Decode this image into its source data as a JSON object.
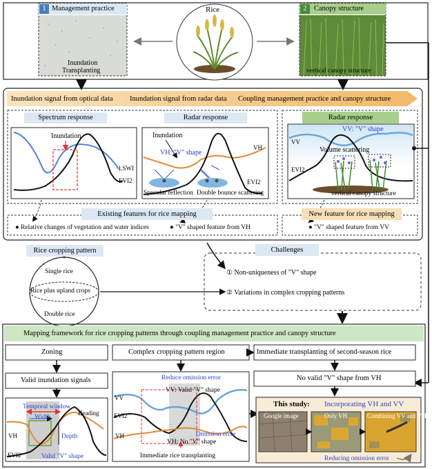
{
  "top": {
    "management": {
      "num": "1",
      "title": "Management practice",
      "caption1": "Inundation",
      "caption2": "Transplanting"
    },
    "rice": {
      "title": "Rice"
    },
    "canopy": {
      "num": "2",
      "title": "Canopy structure",
      "caption": "vertical canopy structure"
    }
  },
  "arrow_band": {
    "item1": "Inundation signal from optical data",
    "item2": "Inundation signal from radar data",
    "item3": "Coupling  management practice and canopy structure"
  },
  "spectrum": {
    "title": "Spectrum response",
    "inundation": "Inundation",
    "lswi": "LSWI",
    "evi2": "EVI2"
  },
  "radar1": {
    "title": "Radar response",
    "inundation": "Inundation",
    "vh_shape": "VH: \"V\" shape",
    "vh": "VH",
    "evi2": "EVI2",
    "specular": "Specular reflection",
    "double_bounce": "Double bounce scattering"
  },
  "radar2": {
    "title": "Radar response",
    "vv_shape": "VV: \"V\" shape",
    "vv": "VV",
    "volume": "Volume scattering",
    "evi2": "EVI2",
    "canopy": "vertical canopy structure"
  },
  "existing": {
    "title": "Existing features for rice mapping",
    "bullet1": "Relative changes of vegetation and water indices",
    "bullet2": "\"V\" shaped feature from VH"
  },
  "newfeat": {
    "title": "New feature for rice mapping",
    "bullet1": "\"V\" shaped feature from VV"
  },
  "cropping": {
    "title": "Rice cropping pattern",
    "single": "Single rice",
    "plus": "Rice plus upland crops",
    "double": "Double rice"
  },
  "challenges": {
    "title": "Challenges",
    "item1": "① Non-uniqueness of  \"V\" shape",
    "item2": "② Variations in complex cropping patterns"
  },
  "framework": {
    "title": "Mapping framework for rice cropping patterns through coupling management practice and canopy structure",
    "zoning": "Zoning",
    "complex": "Complex cropping pattern region",
    "immediate": "Immediate transplanting of second-season rice",
    "valid_inund": "Valid inundation signals",
    "no_valid": "No valid  \"V\" shape from VH",
    "temporal": "Temporal window",
    "width": "Width",
    "heading": "Heading",
    "depth": "Depth",
    "vh": "VH",
    "evi2": "EVI2",
    "valid_v": "Valid \"V\" shape",
    "reduce": "Reduce omission error",
    "vv": "VV",
    "vv_valid": "VV: Valid \"V\" shape",
    "evi2b": "EVI2",
    "vhb": "VH",
    "vh_no": "VH: No \"V\" shape",
    "omission": "Omission error",
    "immediate_tp": "Immediate rice transplanting",
    "study_prefix": "This study:",
    "study": "Incorporating VH and VV",
    "google": "Google image",
    "only_vh": "Only VH",
    "combining": "Combining VV and VH",
    "reducing": "Reducing omission error"
  }
}
